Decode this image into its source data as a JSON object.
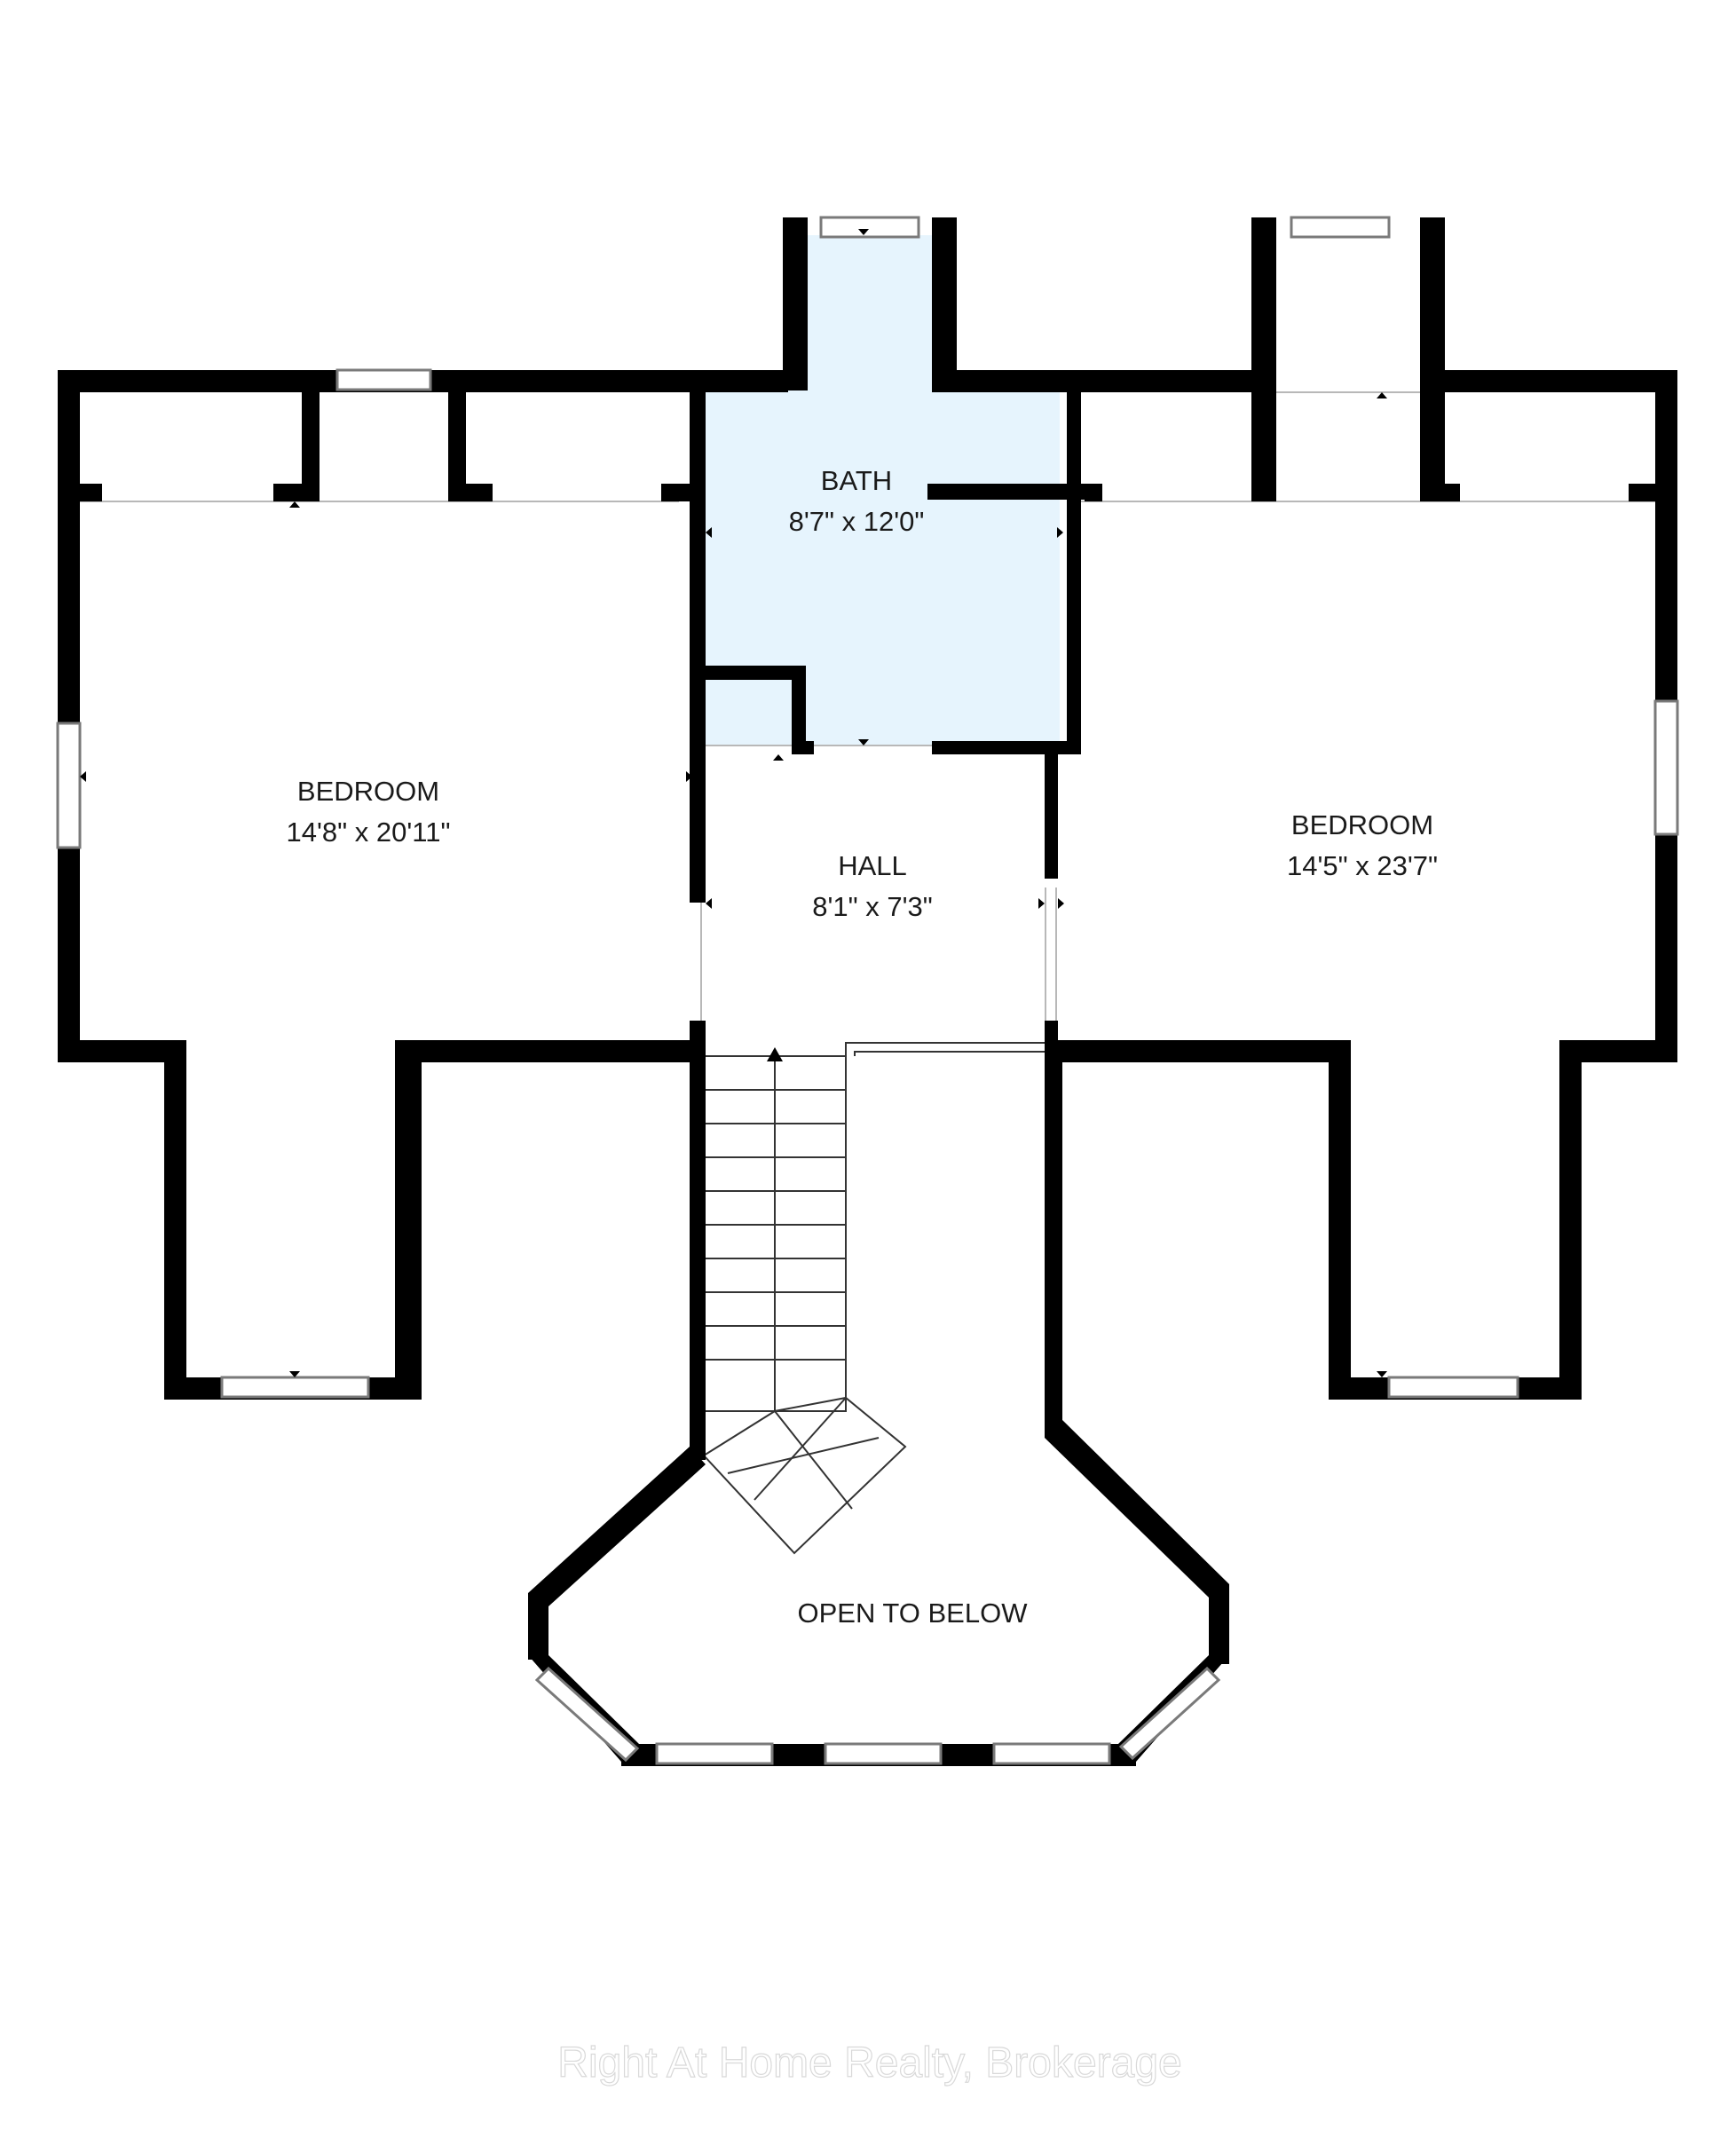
{
  "rooms": {
    "bedroom_left": {
      "name": "BEDROOM",
      "size": "14'8\" x 20'11\""
    },
    "bath": {
      "name": "BATH",
      "size": "8'7\" x 12'0\""
    },
    "hall": {
      "name": "HALL",
      "size": "8'1\" x 7'3\""
    },
    "bedroom_right": {
      "name": "BEDROOM",
      "size": "14'5\" x 23'7\""
    },
    "open_below": {
      "name": "OPEN TO BELOW"
    }
  },
  "watermark": "Right At Home Realty, Brokerage",
  "colors": {
    "bath_fill": "#e6f4fd",
    "wall": "#000000",
    "background": "#ffffff"
  }
}
